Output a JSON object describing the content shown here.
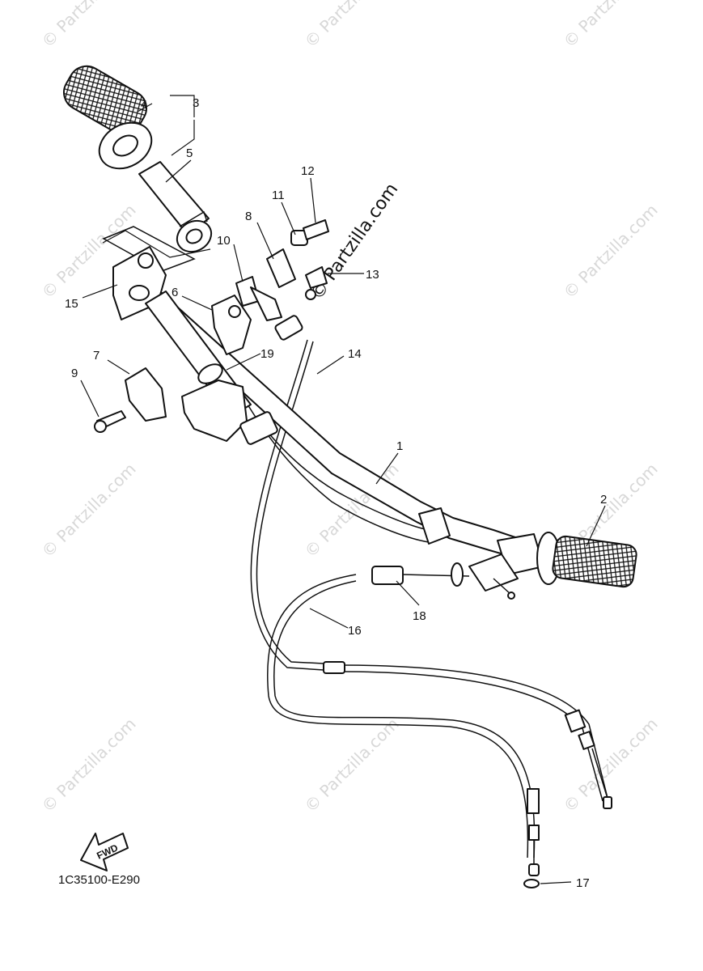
{
  "watermark": "© Partzilla.com",
  "callouts": [
    "1",
    "2",
    "3",
    "4",
    "5",
    "6",
    "7",
    "8",
    "9",
    "10",
    "11",
    "12",
    "13",
    "14",
    "15",
    "16",
    "17",
    "18",
    "19"
  ],
  "fwd_label": "FWD",
  "diagram_code": "1C35100-E290"
}
